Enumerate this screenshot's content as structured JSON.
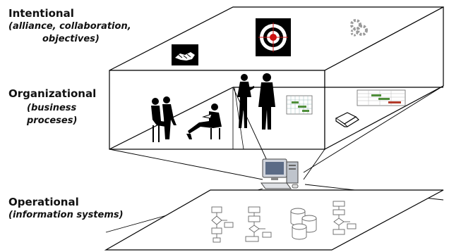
{
  "layers": {
    "intentional": {
      "title": "Intentional",
      "subtitle_lines": [
        "(alliance, collaboration,",
        "objectives)"
      ],
      "icons": [
        "handshake-icon",
        "target-icon",
        "gears-icon"
      ]
    },
    "organizational": {
      "title": "Organizational",
      "subtitle_lines": [
        "(business",
        "proceses)"
      ],
      "icons": [
        "people-sitting-icon",
        "person-reading-icon",
        "people-standing-icon",
        "gantt-chart-icon",
        "open-book-icon"
      ]
    },
    "operational": {
      "title": "Operational",
      "subtitle_lines": [
        "(information systems)"
      ],
      "icons": [
        "computer-icon",
        "flowchart-icon",
        "database-icon"
      ]
    }
  },
  "colors": {
    "ink": "#000000",
    "target_red": "#cc1111",
    "gear_gray": "#9a9a9a",
    "chart_green": "#4f8f3a",
    "chart_red": "#b33a2a"
  }
}
